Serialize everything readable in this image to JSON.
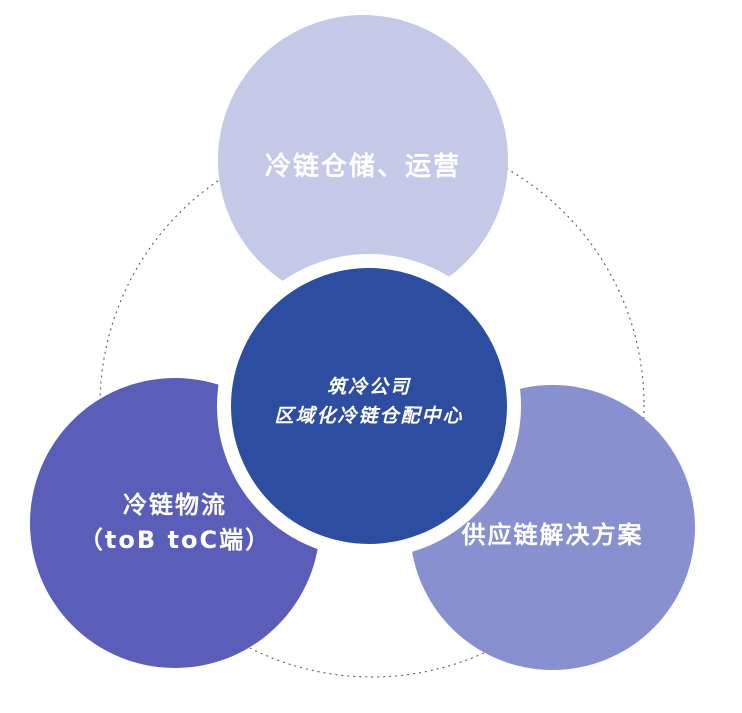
{
  "colors": {
    "top": "#c5c9e8",
    "left": "#5a5eb8",
    "right": "#8890cf",
    "center": "#2d4ea0",
    "dotted_ring": "#666666"
  },
  "top_node": {
    "label": "冷链仓储、运营"
  },
  "left_node": {
    "line1": "冷链物流",
    "line2": "（toB toC端）"
  },
  "right_node": {
    "label": "供应链解决方案"
  },
  "center_node": {
    "line1": "筑冷公司",
    "line2": "区域化冷链仓配中心"
  }
}
